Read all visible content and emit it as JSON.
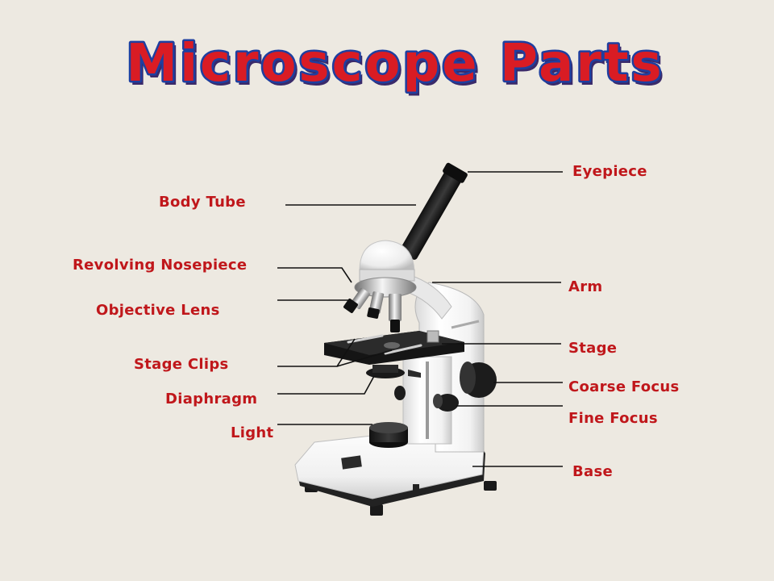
{
  "title": "Microscope Parts",
  "colors": {
    "background": "#ede9e1",
    "label": "#c0171b",
    "title_fill": "#d91c24",
    "title_stroke": "#1e3fa0",
    "leader_line": "#111111"
  },
  "labels": {
    "eyepiece": "Eyepiece",
    "body_tube": "Body Tube",
    "revolving_nosepiece": "Revolving Nosepiece",
    "objective_lens": "Objective Lens",
    "arm": "Arm",
    "stage": "Stage",
    "stage_clips": "Stage Clips",
    "coarse_focus": "Coarse Focus",
    "diaphragm": "Diaphragm",
    "fine_focus": "Fine Focus",
    "light": "Light",
    "base": "Base"
  }
}
